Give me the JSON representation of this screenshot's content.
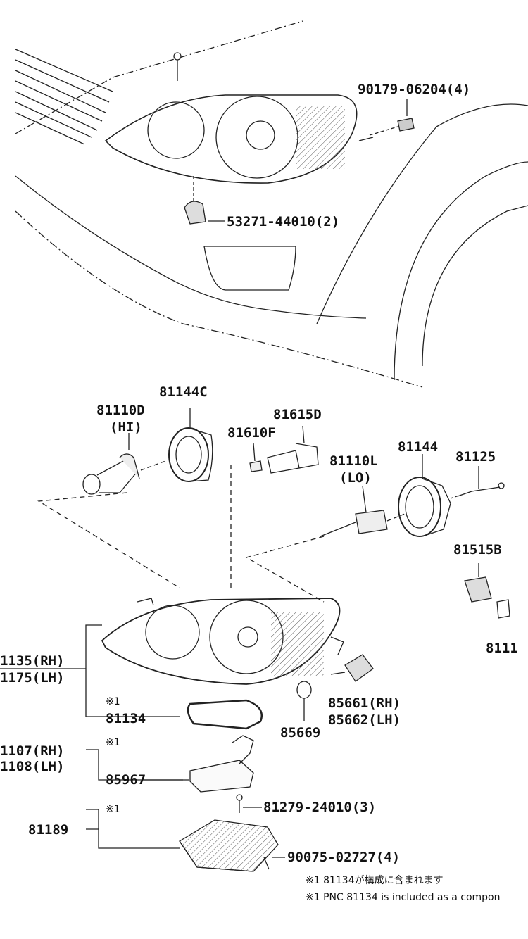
{
  "labels": {
    "p90179": "90179-06204(4)",
    "p53271": "53271-44010(2)",
    "p81144c": "81144C",
    "p81110d": "81110D",
    "hi": "(HI)",
    "p81615d": "81615D",
    "p81610f": "81610F",
    "p81144": "81144",
    "p81125": "81125",
    "p81110l": "81110L",
    "lo": "(LO)",
    "p81515b": "81515B",
    "p8111x": "8111",
    "p81135": "1135(RH)",
    "p81175": "1175(LH)",
    "m1a": "※1",
    "p81134": "81134",
    "p85661": "85661(RH)",
    "p85662": "85662(LH)",
    "p85669": "85669",
    "m1b": "※1",
    "p81107": "1107(RH)",
    "p81108": "1108(LH)",
    "p85967": "85967",
    "p81279": "81279-24010(3)",
    "m1c": "※1",
    "p81189": "81189",
    "p90075": "90075-02727(4)"
  },
  "notes": {
    "jp": "※1 81134が構成に含まれます",
    "en": "※1 PNC 81134 is included as a compon"
  }
}
